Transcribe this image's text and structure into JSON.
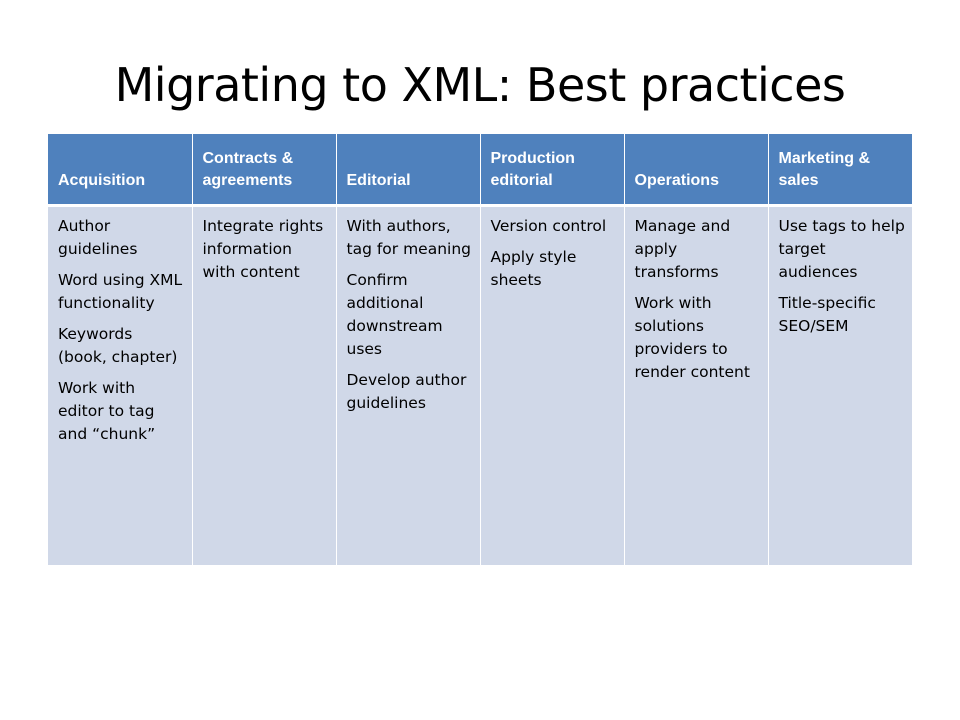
{
  "title": "Migrating to XML: Best practices",
  "columns": [
    {
      "header": "Acquisition",
      "items": [
        "Author guidelines",
        "Word using XML functionality",
        "Keywords (book, chapter)",
        "Work with editor to tag and “chunk”"
      ]
    },
    {
      "header": "Contracts & agreements",
      "items": [
        "Integrate rights information with content"
      ]
    },
    {
      "header": "Editorial",
      "items": [
        "With authors, tag for meaning",
        "Confirm additional downstream uses",
        "Develop author guidelines"
      ]
    },
    {
      "header": "Production editorial",
      "items": [
        "Version control",
        "Apply style sheets"
      ]
    },
    {
      "header": "Operations",
      "items": [
        "Manage and apply transforms",
        "Work with solutions providers to render content"
      ]
    },
    {
      "header": "Marketing & sales",
      "items": [
        "Use tags to help target audiences",
        "Title-specific SEO/SEM"
      ]
    }
  ],
  "colors": {
    "header_bg": "#4f81bd",
    "cell_bg": "#d0d8e8",
    "header_text": "#ffffff"
  }
}
